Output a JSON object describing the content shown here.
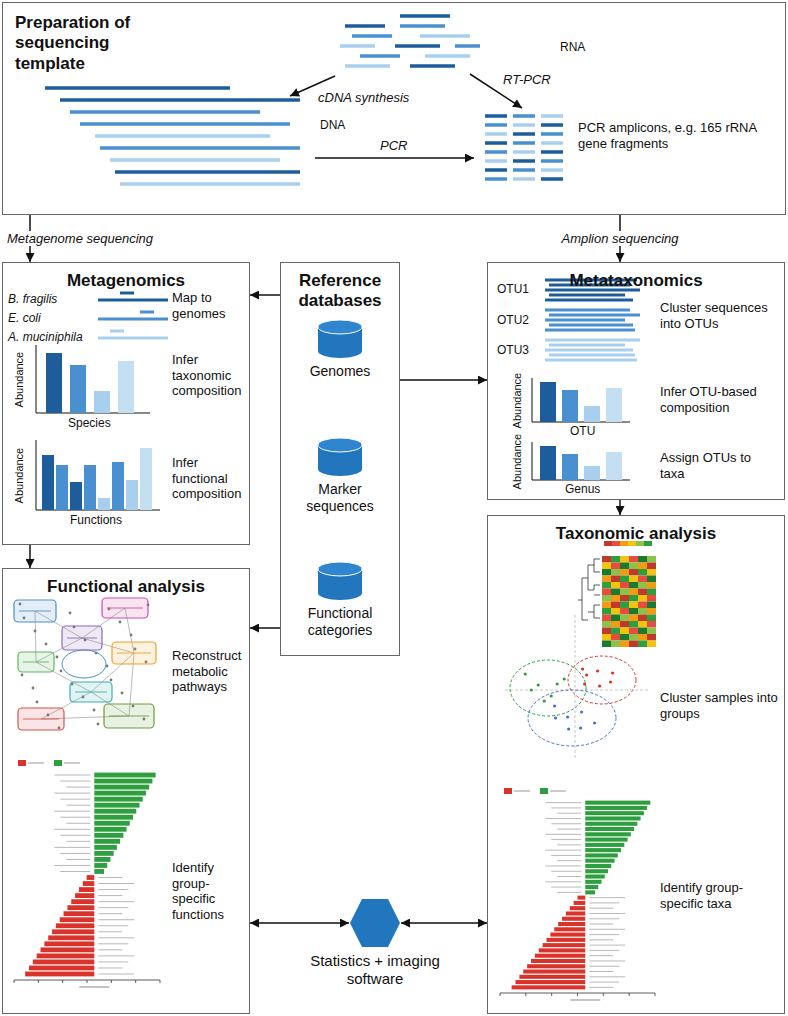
{
  "diagram": {
    "nodes": [
      {
        "text": [
          "Preparation of sequencing template"
        ]
      },
      {
        "text": [
          "Metagenomics"
        ]
      },
      {
        "text": [
          "Reference databases"
        ]
      },
      {
        "text": [
          "Genomes"
        ],
        "in": 2
      },
      {
        "text": [
          "Marker sequences"
        ],
        "in": 2
      },
      {
        "text": [
          "Functional categories"
        ],
        "in": 2
      },
      {
        "text": [
          "Metataxonomics"
        ]
      },
      {
        "text": [
          "Functional analysis"
        ]
      },
      {
        "text": [
          "Taxonomic analysis"
        ]
      },
      {
        "text": [
          "Statistics + imaging software"
        ]
      }
    ],
    "edges": [
      {
        "from": 0,
        "to": 1,
        "arrow": "to",
        "label": "Metagenome sequencing"
      },
      {
        "from": 0,
        "to": 6,
        "arrow": "to",
        "label": "Amplion sequencing"
      },
      {
        "from": 2,
        "to": 1,
        "arrow": "to"
      },
      {
        "from": 2,
        "to": 6,
        "arrow": "to"
      },
      {
        "from": 2,
        "to": 7,
        "arrow": "to"
      },
      {
        "from": 1,
        "to": 7,
        "arrow": "to"
      },
      {
        "from": 6,
        "to": 8,
        "arrow": "to"
      },
      {
        "from": 9,
        "to": 7,
        "arrow": "both"
      },
      {
        "from": 9,
        "to": 8,
        "arrow": "both"
      }
    ],
    "labels": [
      "RNA",
      "cDNA synthesis",
      "RT-PCR",
      "DNA",
      "PCR",
      "PCR amplicons, e.g. 165 rRNA gene fragments",
      "B. fragilis",
      "E. coli",
      "A. muciniphila",
      "Map to genomes",
      "Abundance",
      "Species",
      "Infer taxonomic composition",
      "Abundance",
      "Functions",
      "Infer functional composition",
      "OTU1",
      "OTU2",
      "OTU3",
      "Cluster sequences into OTUs",
      "Abundance",
      "OTU",
      "Infer OTU-based composition",
      "Abundance",
      "Genus",
      "Assign OTUs to taxa",
      "Reconstruct metabolic pathways",
      "Identify group-specific functions",
      "Cluster samples into groups",
      "Identify group-specific taxa"
    ]
  }
}
